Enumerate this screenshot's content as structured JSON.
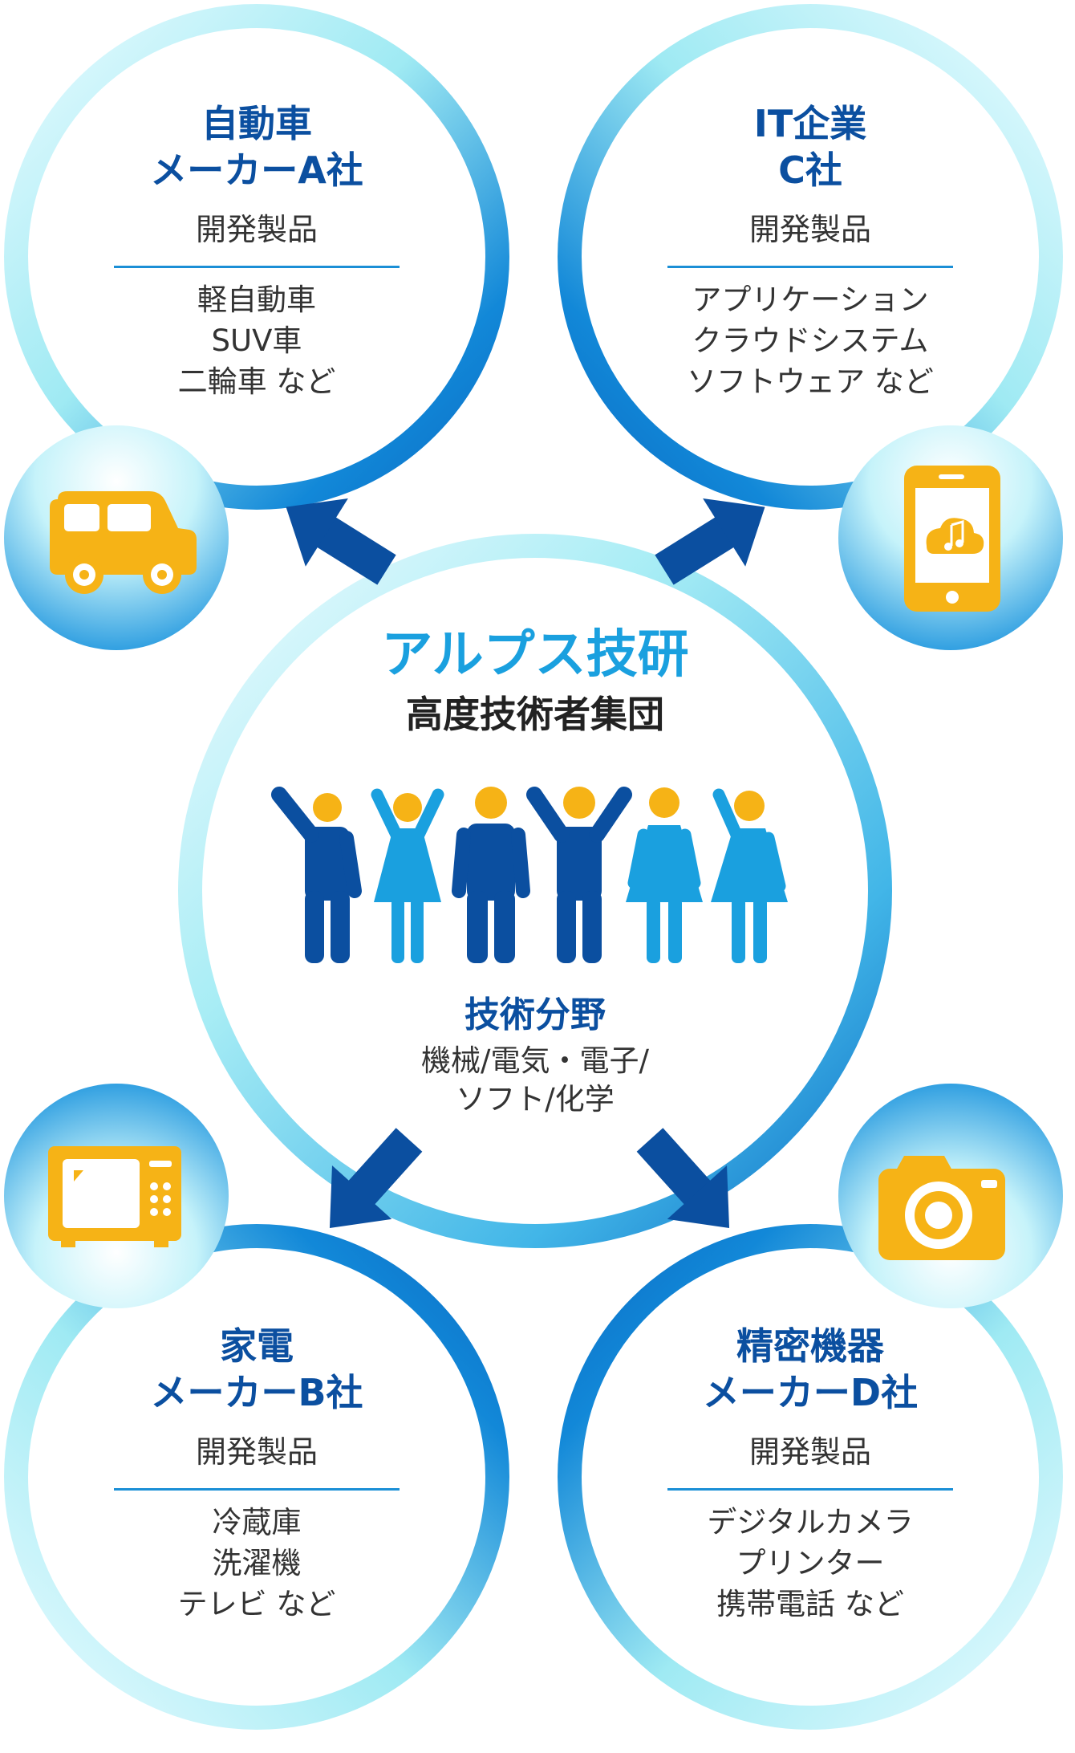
{
  "center": {
    "company": "アルプス技研",
    "group": "高度技術者集団",
    "fields_title": "技術分野",
    "fields_line1": "機械/電気・電子/",
    "fields_line2": "ソフト/化学"
  },
  "companies": [
    {
      "line1": "自動車",
      "line2": "メーカーA社",
      "label": "開発製品",
      "p1": "軽自動車",
      "p2": "SUV車",
      "p3": "二輪車 など",
      "icon": "car-icon"
    },
    {
      "line1": "IT企業",
      "line2": "C社",
      "label": "開発製品",
      "p1": "アプリケーション",
      "p2": "クラウドシステム",
      "p3": "ソフトウェア など",
      "icon": "smartphone-cloud-music-icon"
    },
    {
      "line1": "家電",
      "line2": "メーカーB社",
      "label": "開発製品",
      "p1": "冷蔵庫",
      "p2": "洗濯機",
      "p3": "テレビ など",
      "icon": "microwave-icon"
    },
    {
      "line1": "精密機器",
      "line2": "メーカーD社",
      "label": "開発製品",
      "p1": "デジタルカメラ",
      "p2": "プリンター",
      "p3": "携帯電話 など",
      "icon": "camera-icon"
    }
  ],
  "colors": {
    "dark_blue": "#0b4fa0",
    "light_blue": "#1aa0df",
    "yellow": "#f6b316",
    "ring_light": "#9feaf3"
  }
}
